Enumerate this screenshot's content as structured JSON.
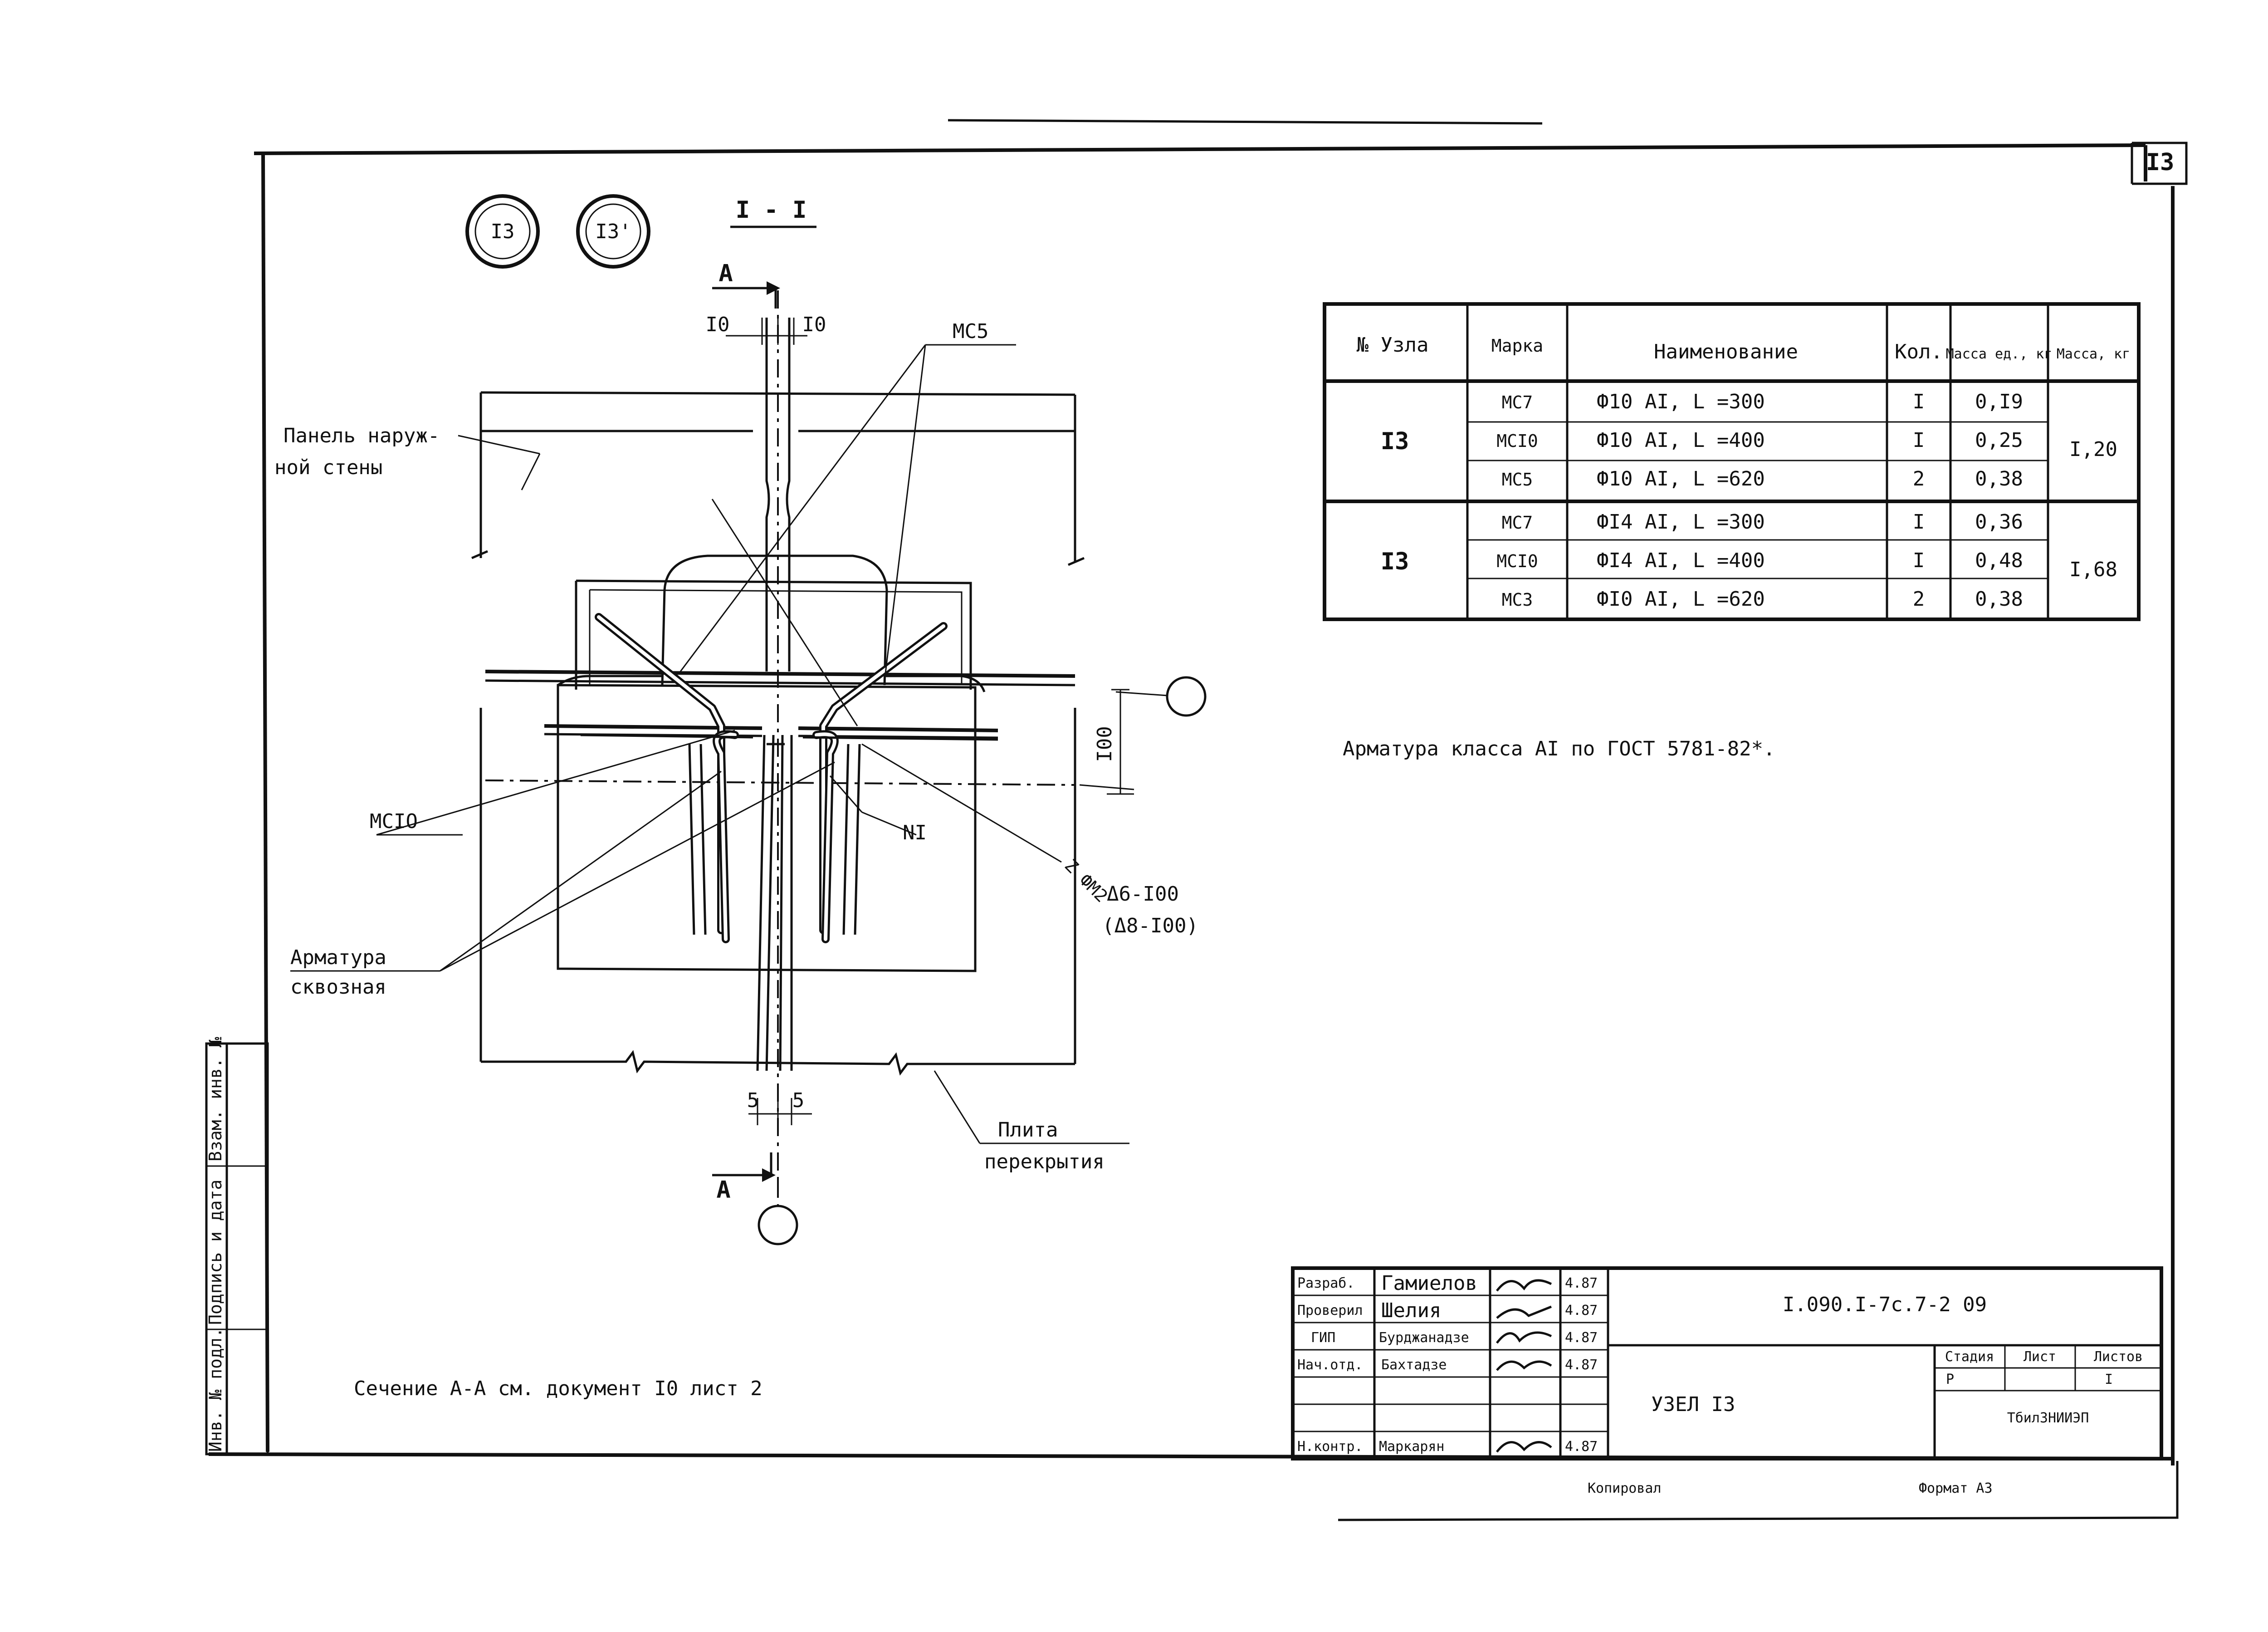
{
  "sheet_number": "I3",
  "section": {
    "title": "I - I",
    "arrow_label_top": "А",
    "arrow_label_bottom": "А"
  },
  "node_marks": [
    "I3",
    "I3'"
  ],
  "dimensions": {
    "top_left": "I0",
    "top_right": "I0",
    "bottom_left": "5",
    "bottom_right": "5",
    "vertical": "I00"
  },
  "labels": {
    "mc5": "МС5",
    "panel_line1": "Панель наруж-",
    "panel_line2": "ной стены",
    "mc10": "МСIО",
    "n1": "NI",
    "weld": "Z ФМ2",
    "weld_tri1": "Δ6-I00",
    "weld_tri2": "(Δ8-I00)",
    "rebar_line1": "Арматура",
    "rebar_line2": "сквозная",
    "slab_line1": "Плита",
    "slab_line2": "перекрытия"
  },
  "spec_table": {
    "headers": [
      "№ Узла",
      "Марка",
      "Наименование",
      "Кол.",
      "Масса ед., кг",
      "Масса, кг"
    ],
    "groups": [
      {
        "node": "I3",
        "total": "I,20",
        "rows": [
          {
            "mark": "МС7",
            "name": "Ф10 АI, L =300",
            "qty": "I",
            "mass": "0,I9"
          },
          {
            "mark": "МСI0",
            "name": "Ф10 АI, L =400",
            "qty": "I",
            "mass": "0,25"
          },
          {
            "mark": "МС5",
            "name": "Ф10 АI, L =620",
            "qty": "2",
            "mass": "0,38"
          }
        ]
      },
      {
        "node": "I3",
        "total": "I,68",
        "rows": [
          {
            "mark": "МС7",
            "name": "ФI4 АI, L =300",
            "qty": "I",
            "mass": "0,36"
          },
          {
            "mark": "МСI0",
            "name": "ФI4 АI, L =400",
            "qty": "I",
            "mass": "0,48"
          },
          {
            "mark": "МС3",
            "name": "ФI0 АI, L =620",
            "qty": "2",
            "mass": "0,38"
          }
        ]
      }
    ]
  },
  "note_rebar": "Арматура класса АI по ГОСТ 5781-82*.",
  "note_section": "Сечение А-А см. документ I0 лист 2",
  "title_block": {
    "doc_code": "I.090.I-7с.7-2 09",
    "name": "УЗЕЛ I3",
    "stage_header": "Стадия",
    "sheet_header": "Лист",
    "sheets_header": "Листов",
    "stage": "Р",
    "sheets": "I",
    "org": "ТбилЗНИИЭП",
    "roles": [
      {
        "role": "Разраб.",
        "person": "Гамиелов",
        "date": "4.87"
      },
      {
        "role": "Проверил",
        "person": "Шелия",
        "date": "4.87"
      },
      {
        "role": "ГИП",
        "person": "Бурджанадзе",
        "date": "4.87"
      },
      {
        "role": "Нач.отд.",
        "person": "Бахтадзе",
        "date": "4.87"
      },
      {
        "role": "",
        "person": "",
        "date": ""
      },
      {
        "role": "",
        "person": "",
        "date": ""
      },
      {
        "role": "Н.контр.",
        "person": "Маркарян",
        "date": "4.87"
      }
    ],
    "copied": "Копировал",
    "format": "Формат А3"
  },
  "side_stamp": [
    "Инв. № подл.",
    "Подпись и дата",
    "Взам. инв. №"
  ]
}
